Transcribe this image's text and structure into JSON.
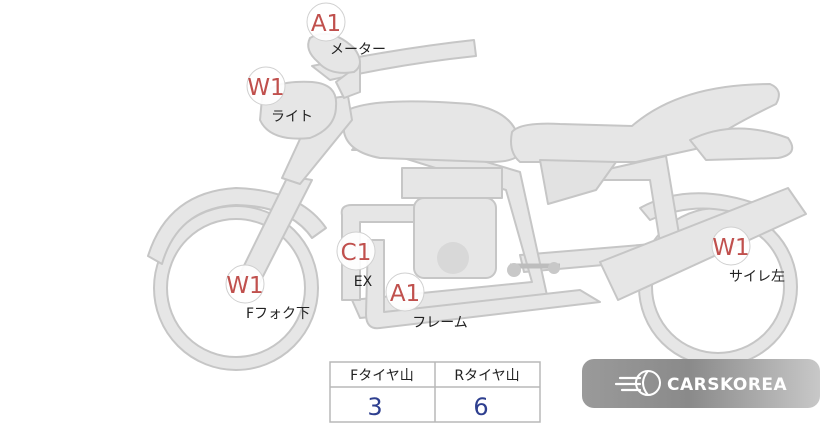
{
  "markers": [
    {
      "part": "meter",
      "code": "A1",
      "label": "メーター"
    },
    {
      "part": "light",
      "code": "W1",
      "label": "ライト"
    },
    {
      "part": "front-fork",
      "code": "W1",
      "label": "Fフォク下"
    },
    {
      "part": "exhaust",
      "code": "C1",
      "label": "EX"
    },
    {
      "part": "frame",
      "code": "A1",
      "label": "フレーム"
    },
    {
      "part": "muffler-left",
      "code": "W1",
      "label": "サイレ左"
    }
  ],
  "tread_table": {
    "headers": [
      "Fタイヤ山",
      "Rタイヤ山"
    ],
    "values": [
      "3",
      "6"
    ]
  },
  "brand": {
    "name": "CARSKOREA",
    "icon": "wing-logo-icon"
  },
  "colors": {
    "code": "#c0504d",
    "value": "#2e3f8f",
    "body": "#e6e6e6",
    "outline": "#c9c9c9"
  }
}
